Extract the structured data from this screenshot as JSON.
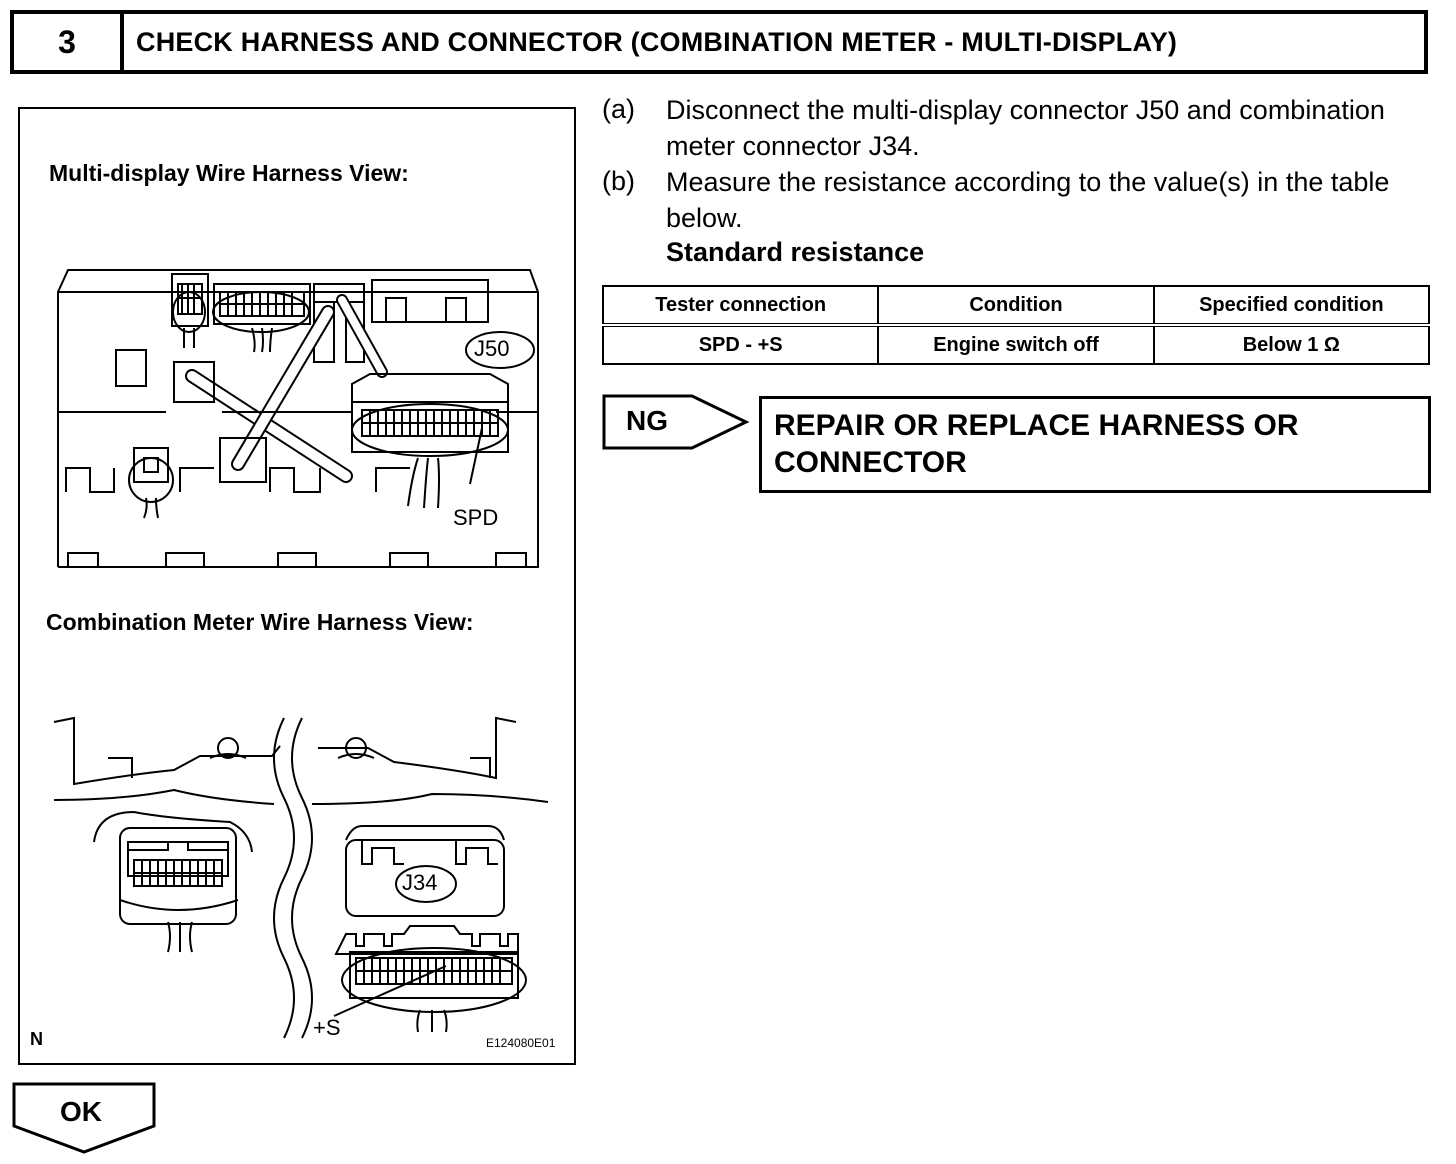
{
  "step": {
    "number": "3",
    "title": "CHECK HARNESS AND CONNECTOR (COMBINATION METER - MULTI-DISPLAY)"
  },
  "illustration": {
    "multi_display_label": "Multi-display Wire Harness View:",
    "combination_meter_label": "Combination Meter Wire Harness View:",
    "j50_label": "J50",
    "spd_label": "SPD",
    "j34_label": "J34",
    "plus_s_label": "+S",
    "corner_mark": "N",
    "figure_code": "E124080E01"
  },
  "instructions": [
    {
      "letter": "(a)",
      "text": "Disconnect the multi-display connector J50 and combination meter connector J34."
    },
    {
      "letter": "(b)",
      "text": "Measure the resistance according to the value(s) in the table below."
    }
  ],
  "standard_resistance_label": "Standard resistance",
  "table": {
    "headers": [
      "Tester connection",
      "Condition",
      "Specified condition"
    ],
    "rows": [
      [
        "SPD - +S",
        "Engine switch off",
        "Below 1 Ω"
      ]
    ]
  },
  "ng": {
    "label": "NG",
    "result": "REPAIR OR REPLACE HARNESS OR CONNECTOR"
  },
  "ok": {
    "label": "OK"
  }
}
